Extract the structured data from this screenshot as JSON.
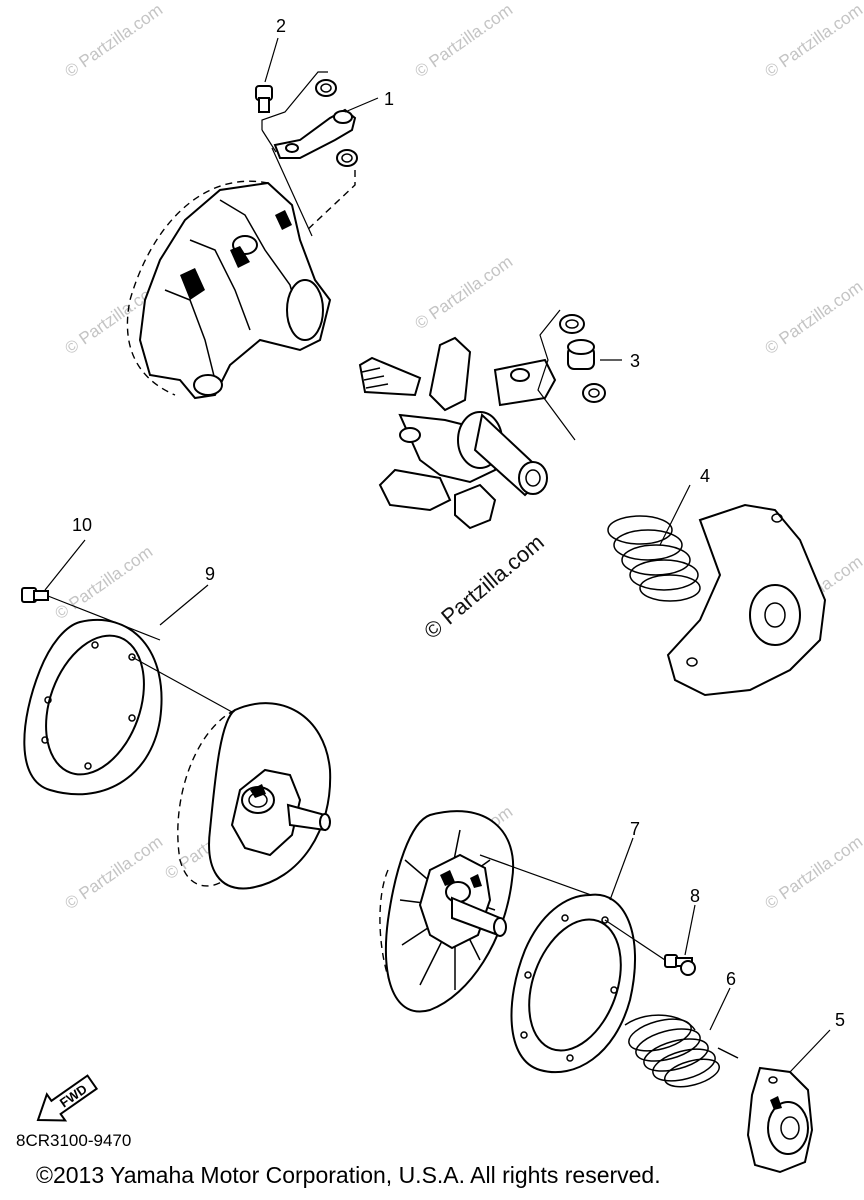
{
  "watermark": {
    "text": "© Partzilla.com",
    "center_text": "© Partzilla.com"
  },
  "callouts": [
    "1",
    "2",
    "3",
    "4",
    "5",
    "6",
    "7",
    "8",
    "9",
    "10"
  ],
  "fwd_label": "FWD",
  "diagram_code": "8CR3100-9470",
  "copyright": "©2013 Yamaha Motor Corporation, U.S.A. All rights reserved."
}
